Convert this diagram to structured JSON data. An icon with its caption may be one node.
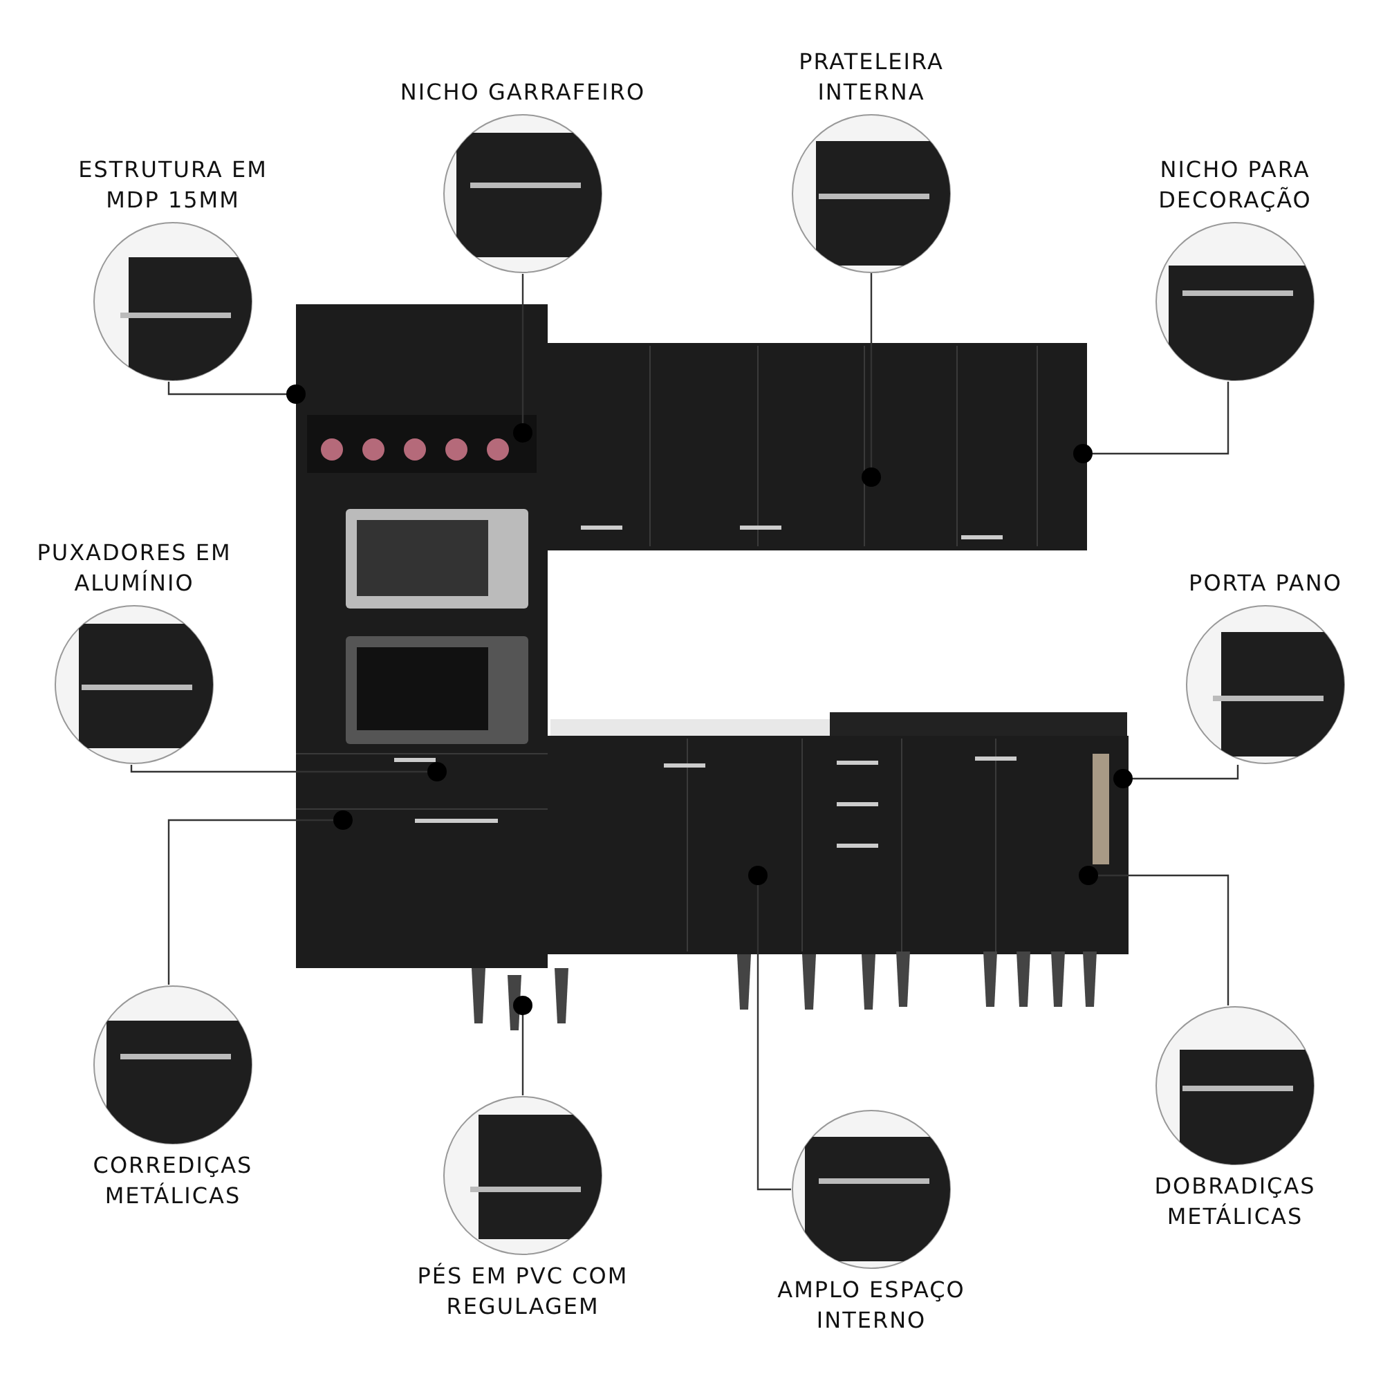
{
  "diagram": {
    "nodes": [
      {
        "text": [
          "NICHO GARRAFEIRO"
        ]
      },
      {
        "text": [
          "PRATELEIRA INTERNA"
        ]
      },
      {
        "text": [
          "ESTRUTURA EM MDP 15MM"
        ]
      },
      {
        "text": [
          "NICHO PARA DECORAÇÃO"
        ]
      },
      {
        "text": [
          "PUXADORES EM ALUMÍNIO"
        ]
      },
      {
        "text": [
          "PORTA PANO"
        ]
      },
      {
        "text": [
          "CORREDIÇAS METÁLICAS"
        ]
      },
      {
        "text": [
          "DOBRADIÇAS METÁLICAS"
        ]
      },
      {
        "text": [
          "PÉS EM PVC COM REGULAGEM"
        ]
      },
      {
        "text": [
          "AMPLO ESPAÇO INTERNO"
        ]
      }
    ],
    "edges": [
      {
        "from": 0,
        "to": null,
        "arrow": "other"
      },
      {
        "from": 1,
        "to": null,
        "arrow": "other"
      },
      {
        "from": 2,
        "to": null,
        "arrow": "other"
      },
      {
        "from": 3,
        "to": null,
        "arrow": "other"
      },
      {
        "from": 4,
        "to": null,
        "arrow": "other"
      },
      {
        "from": 5,
        "to": null,
        "arrow": "other"
      },
      {
        "from": 6,
        "to": null,
        "arrow": "other"
      },
      {
        "from": 7,
        "to": null,
        "arrow": "other"
      },
      {
        "from": 8,
        "to": null,
        "arrow": "other"
      },
      {
        "from": 9,
        "to": null,
        "arrow": "other"
      }
    ]
  }
}
